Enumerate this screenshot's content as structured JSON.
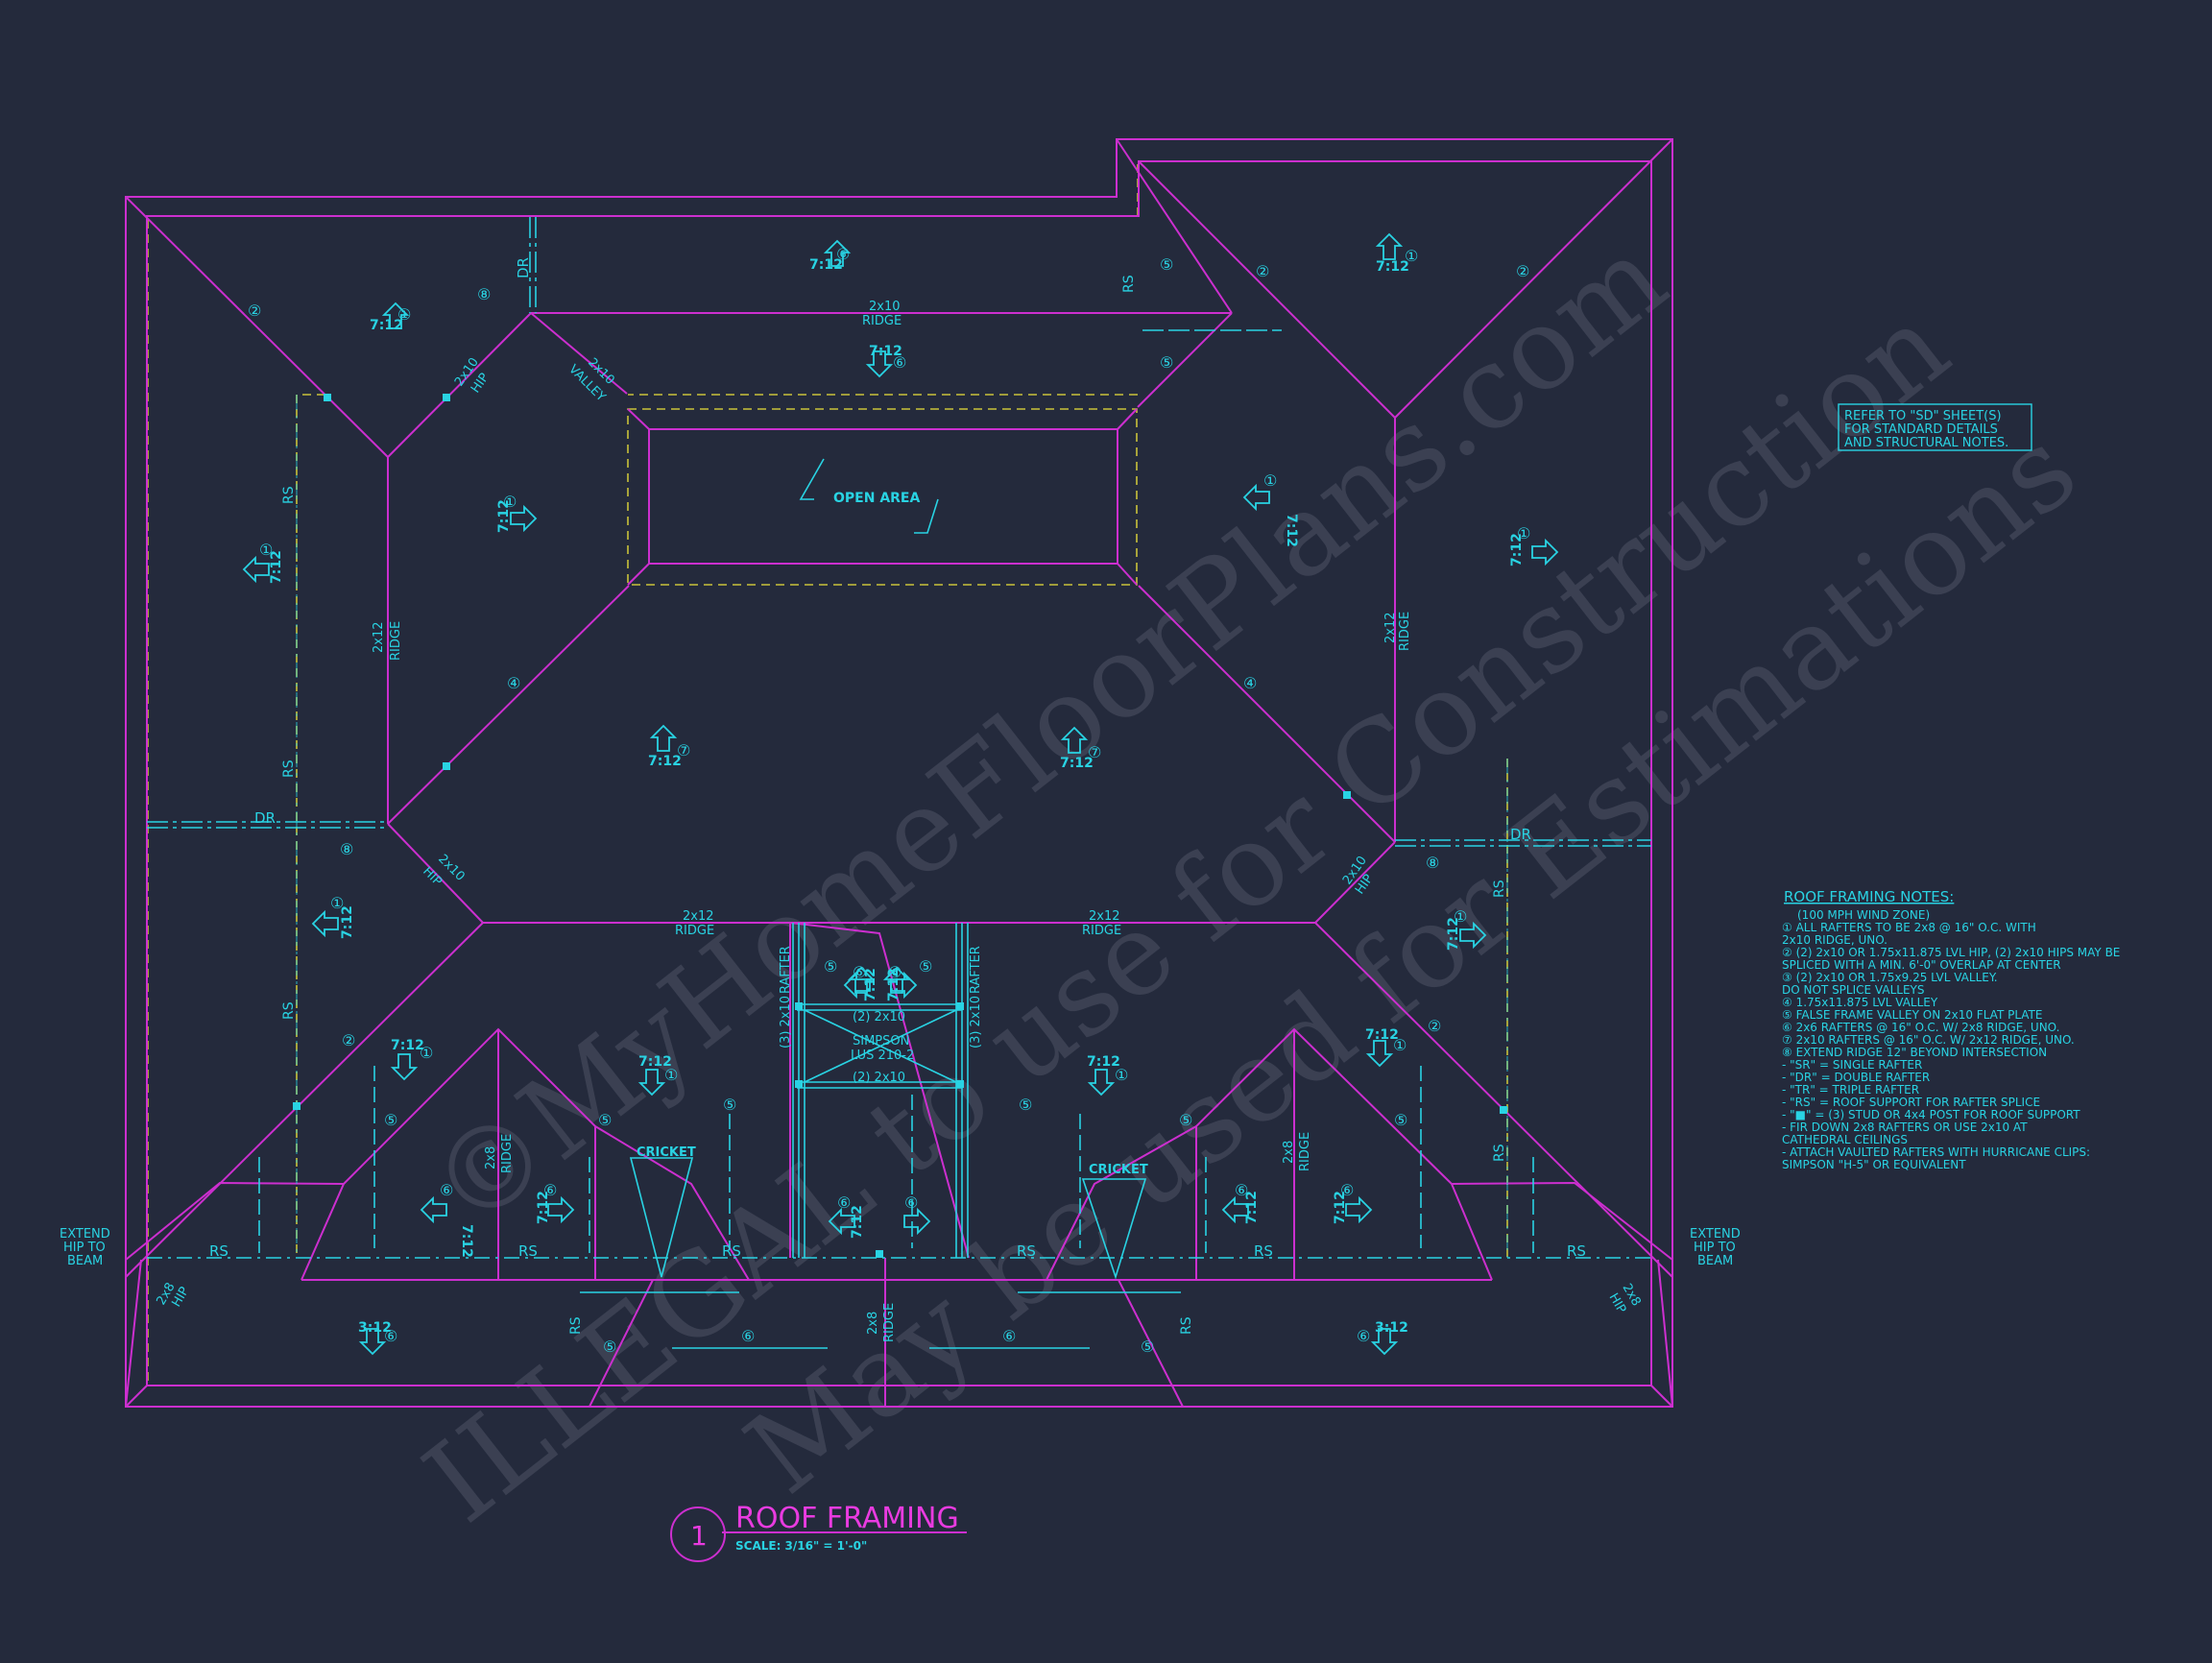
{
  "colors": {
    "background": "#242a3c",
    "roof_line": "#cc2fcf",
    "dashed_wall": "#c9c23a",
    "annotation": "#29d3e3",
    "title": "#e93be0",
    "watermark": "#8d93a5"
  },
  "watermark": {
    "line1": "©MyHomeFloorPlans.com",
    "line2": "ILLEGAL to use for Construction",
    "line3": "May be used for Estimations"
  },
  "title_block": {
    "number": "1",
    "title": "ROOF FRAMING",
    "scale": "SCALE: 3/16\" = 1'-0\""
  },
  "refer_note": [
    "REFER TO \"SD\" SHEET(S)",
    "FOR STANDARD DETAILS",
    "AND STRUCTURAL NOTES."
  ],
  "notes": {
    "heading": "ROOF FRAMING NOTES:",
    "lines": [
      "(100 MPH WIND ZONE)",
      "① ALL RAFTERS TO BE 2x8 @ 16\" O.C. WITH",
      "    2x10 RIDGE, UNO.",
      "② (2) 2x10 OR 1.75x11.875 LVL HIP, (2) 2x10 HIPS MAY BE",
      "    SPLICED WITH A MIN. 6'-0\" OVERLAP AT CENTER",
      "③ (2) 2x10 OR 1.75x9.25 LVL VALLEY.",
      "    DO NOT SPLICE VALLEYS",
      "④ 1.75x11.875 LVL VALLEY",
      "⑤ FALSE FRAME VALLEY ON 2x10 FLAT PLATE",
      "⑥ 2x6 RAFTERS @ 16\" O.C. W/ 2x8 RIDGE, UNO.",
      "⑦ 2x10 RAFTERS @ 16\" O.C. W/ 2x12 RIDGE, UNO.",
      "⑧ EXTEND RIDGE 12\" BEYOND INTERSECTION",
      "-  \"SR\" = SINGLE RAFTER",
      "-  \"DR\" = DOUBLE RAFTER",
      "-  \"TR\" = TRIPLE RAFTER",
      "-  \"RS\" = ROOF SUPPORT FOR RAFTER SPLICE",
      "-  \"■\"  = (3) STUD OR 4x4 POST FOR ROOF SUPPORT",
      "-  FIR DOWN 2x8 RAFTERS OR USE 2x10 AT",
      "    CATHEDRAL CEILINGS",
      "-  ATTACH VAULTED RAFTERS WITH HURRICANE CLIPS:",
      "    SIMPSON \"H-5\" OR EQUIVALENT"
    ]
  },
  "labels": {
    "open_area": "OPEN AREA",
    "ridge": "RIDGE",
    "hip": "HIP",
    "valley": "VALLEY",
    "rafter": "RAFTER",
    "cricket": "CRICKET",
    "dr": "DR",
    "rs": "RS",
    "s2x10": "2x10",
    "s2x12": "2x12",
    "s2x8": "2x8",
    "s2x10_pair": "(2) 2x10",
    "s3_2x10": "(3) 2x10",
    "simpson1": "SIMPSON",
    "simpson2": "LUS 210-2",
    "extend1": "EXTEND",
    "extend2": "HIP TO",
    "extend3": "BEAM",
    "p712": "7:12",
    "p312": "3:12",
    "c1": "①",
    "c2": "②",
    "c4": "④",
    "c5": "⑤",
    "c6": "⑥",
    "c7": "⑦",
    "c8": "⑧"
  }
}
